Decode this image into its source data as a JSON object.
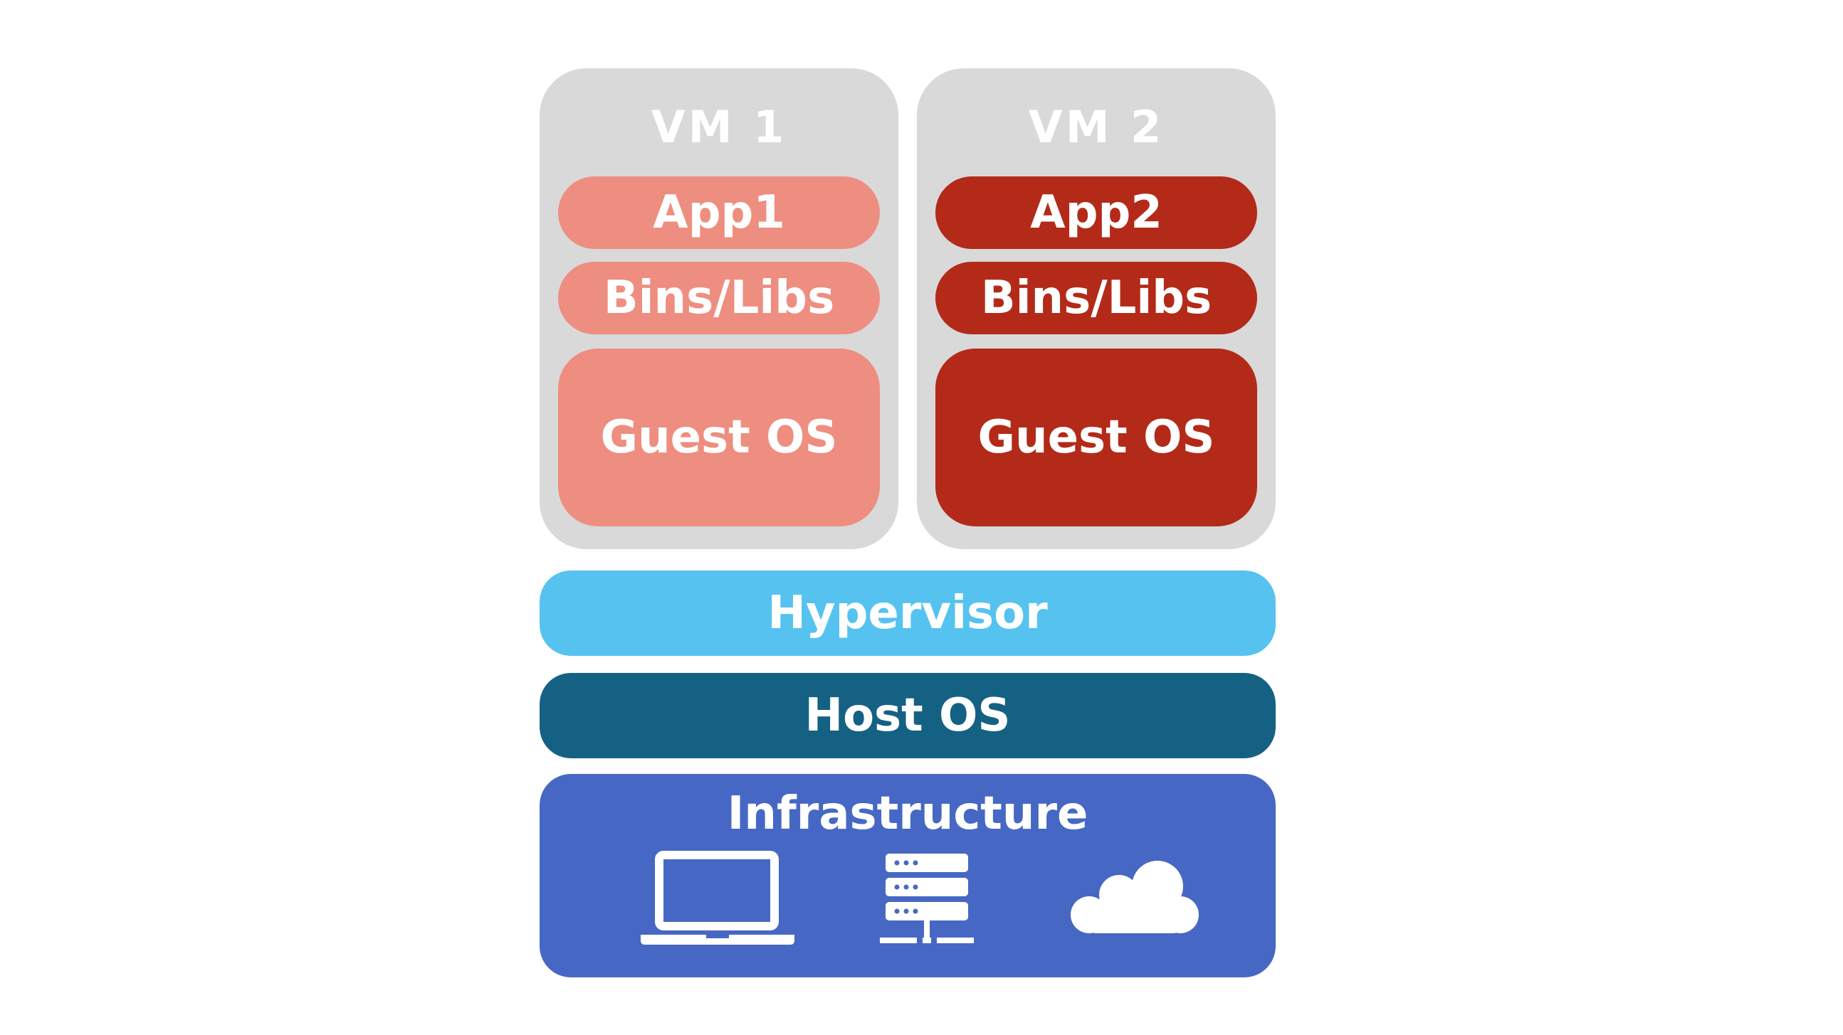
{
  "vms": [
    {
      "title": "VM 1",
      "app": "App1",
      "bins": "Bins/Libs",
      "guest_os": "Guest OS",
      "color": "#ee8e80"
    },
    {
      "title": "VM 2",
      "app": "App2",
      "bins": "Bins/Libs",
      "guest_os": "Guest OS",
      "color": "#b32a18"
    }
  ],
  "layers": {
    "hypervisor": {
      "label": "Hypervisor",
      "color": "#56c2f0"
    },
    "host_os": {
      "label": "Host OS",
      "color": "#156184"
    },
    "infrastructure": {
      "label": "Infrastructure",
      "color": "#4668c4",
      "icons": [
        "laptop-icon",
        "server-icon",
        "cloud-icon"
      ]
    }
  },
  "colors": {
    "vm_background": "#d9d9d9",
    "text": "#ffffff",
    "page_background": "#ffffff"
  }
}
